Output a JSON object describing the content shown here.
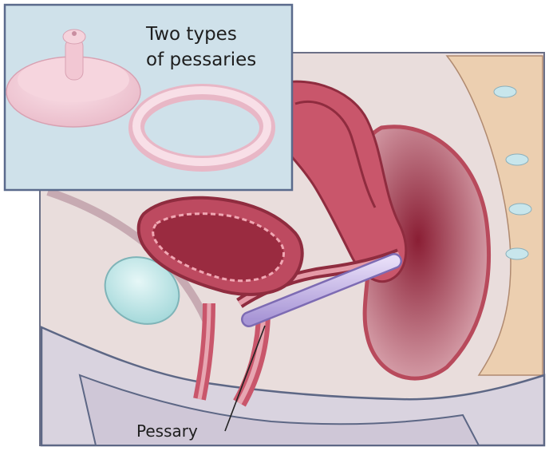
{
  "inset": {
    "title_line1": "Two types",
    "title_line2": "of pessaries"
  },
  "main": {
    "callout_label": "Pessary"
  },
  "colors": {
    "inset_bg": "#cfe1ea",
    "tissue_bg": "#e8dcdc",
    "muscle": "#b94b5e",
    "muscle_dark": "#8f2c3f",
    "muscle_light": "#e8a2ac",
    "pessary": "#c9b7e8",
    "bladder_fluid": "#bfe6e6",
    "spine": "#e8c9a8"
  }
}
